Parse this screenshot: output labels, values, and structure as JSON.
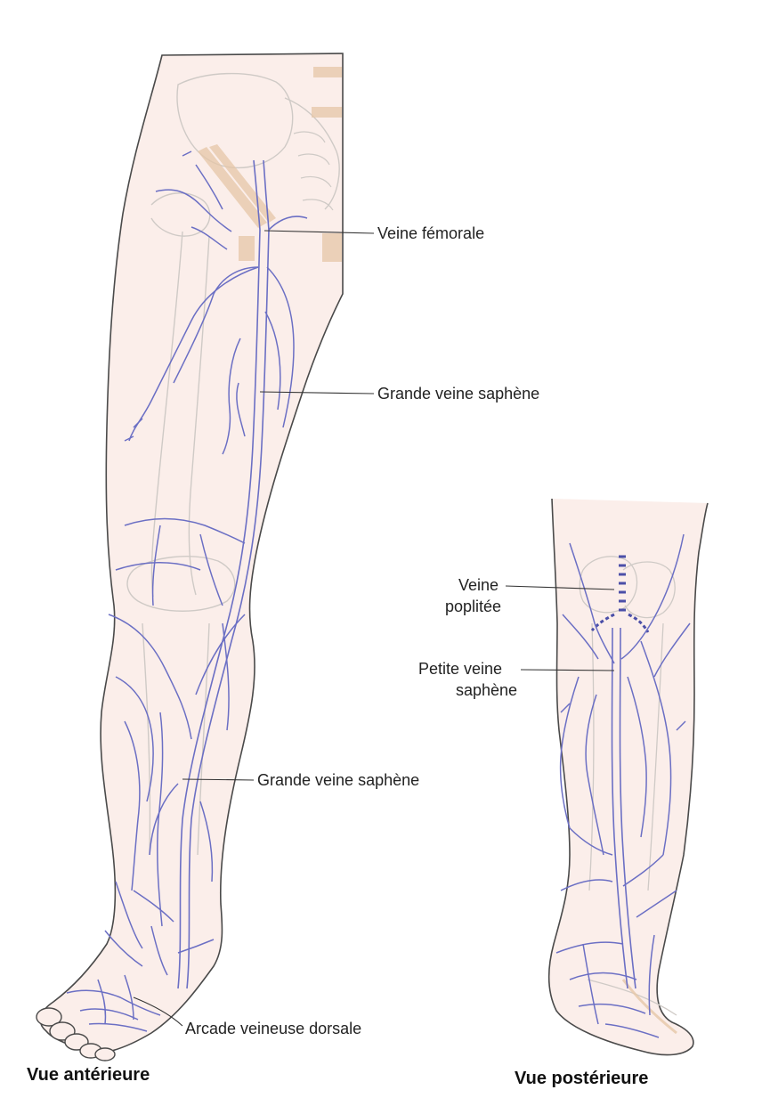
{
  "labels": {
    "femoral": "Veine fémorale",
    "great_saphenous_upper": "Grande veine saphène",
    "great_saphenous_lower": "Grande veine saphène",
    "dorsal_arch": "Arcade veineuse dorsale",
    "popliteal_line1": "Veine",
    "popliteal_line2": "poplitée",
    "small_saphenous_line1": "Petite veine",
    "small_saphenous_line2": "saphène"
  },
  "captions": {
    "anterior": "Vue antérieure",
    "posterior": "Vue postérieure"
  },
  "colors": {
    "skin": "#fbeeea",
    "outline": "#4a4a4a",
    "vein": "#6b6fc4",
    "vein_fill": "#eceefb",
    "bone": "#cfcac6",
    "muscle": "#e6c7a8",
    "leader": "#333333"
  }
}
